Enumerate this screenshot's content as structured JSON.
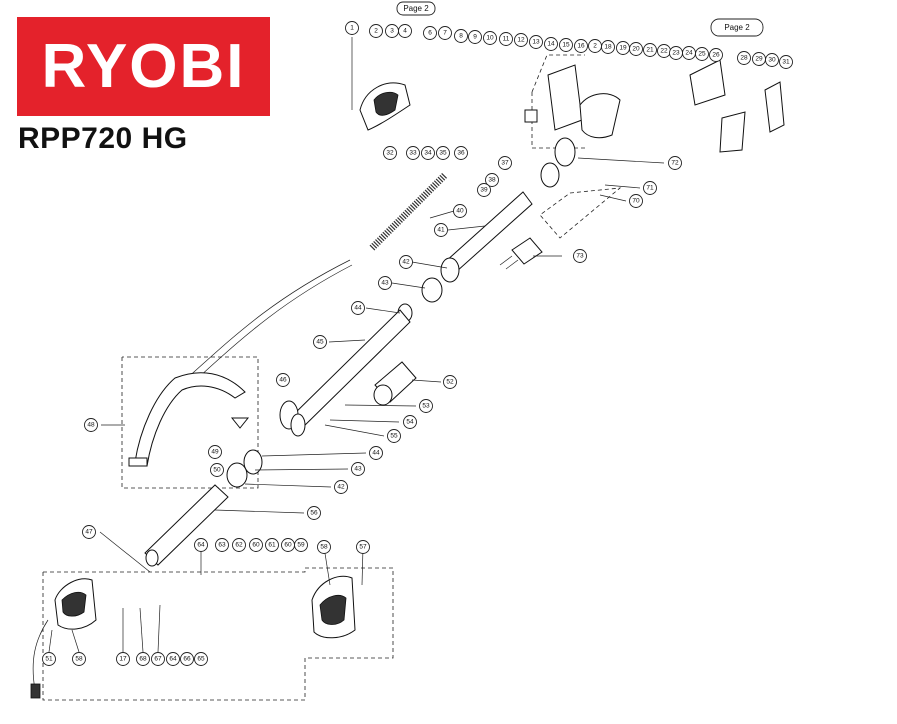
{
  "brand": {
    "logo_text": "RYOBI",
    "logo_color": "#e4222b"
  },
  "model": "RPP720 HG",
  "page_refs": [
    "Page 2",
    "Page 2"
  ],
  "callouts": [
    "1",
    "2",
    "3",
    "4",
    "6",
    "7",
    "8",
    "9",
    "10",
    "11",
    "12",
    "13",
    "14",
    "15",
    "16",
    "2",
    "18",
    "19",
    "20",
    "21",
    "22",
    "23",
    "24",
    "25",
    "26",
    "28",
    "29",
    "30",
    "31",
    "32",
    "33",
    "34",
    "35",
    "36",
    "37",
    "38",
    "39",
    "40",
    "41",
    "42",
    "43",
    "44",
    "45",
    "46",
    "48",
    "49",
    "50",
    "52",
    "53",
    "54",
    "55",
    "44",
    "43",
    "42",
    "56",
    "47",
    "64",
    "63",
    "62",
    "60",
    "61",
    "60",
    "59",
    "58",
    "57",
    "51",
    "58",
    "17",
    "68",
    "67",
    "64",
    "66",
    "65",
    "72",
    "71",
    "70",
    "73"
  ]
}
